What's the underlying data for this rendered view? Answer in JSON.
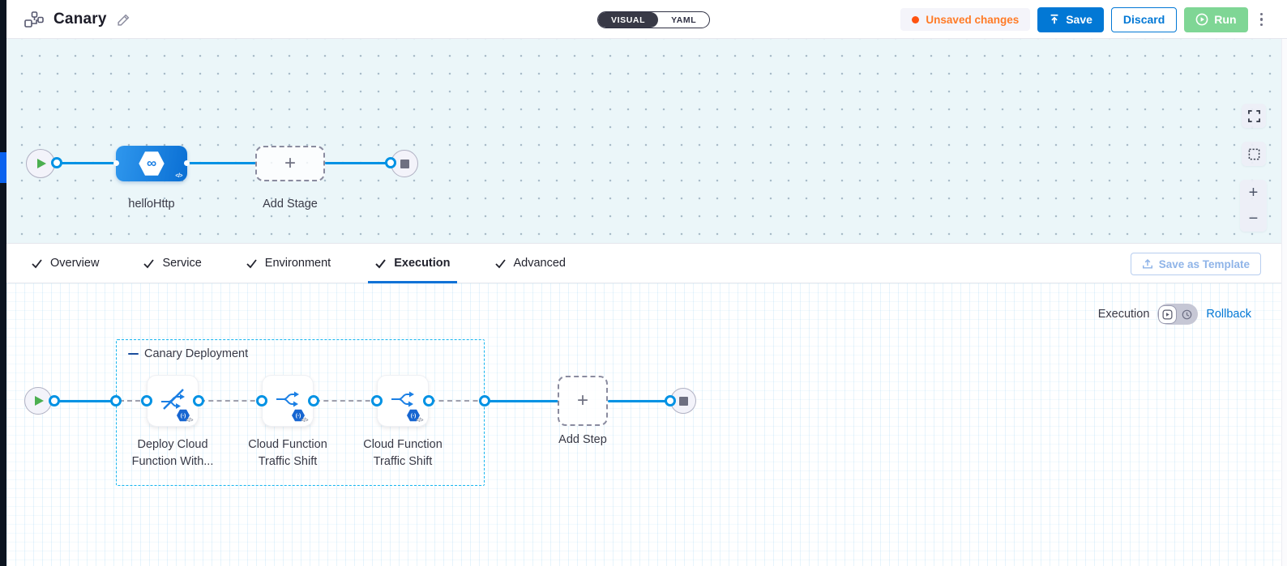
{
  "header": {
    "title": "Canary",
    "mode_toggle": {
      "visual": "VISUAL",
      "yaml": "YAML",
      "selected": "VISUAL"
    },
    "unsaved_label": "Unsaved changes",
    "save_label": "Save",
    "discard_label": "Discard",
    "run_label": "Run",
    "icons": {
      "pipeline": "pipeline-graph-icon",
      "edit": "pencil-icon",
      "save": "upload-arrow-icon",
      "run": "play-circle-icon",
      "menu": "kebab-menu-icon"
    }
  },
  "stage_canvas": {
    "stage_label": "helloHttp",
    "stage_code_glyph": "</>",
    "stage_hex_glyph": "∞",
    "add_stage_label": "Add Stage",
    "add_glyph": "+",
    "controls": {
      "zoom_in": "+",
      "zoom_out": "−",
      "icons": {
        "fullscreen": "fullscreen-icon",
        "select": "marquee-select-icon"
      }
    }
  },
  "tabs": {
    "items": [
      {
        "label": "Overview"
      },
      {
        "label": "Service"
      },
      {
        "label": "Environment"
      },
      {
        "label": "Execution"
      },
      {
        "label": "Advanced"
      }
    ],
    "active": "Execution",
    "save_as_template_label": "Save as Template"
  },
  "execution": {
    "mode_label": "Execution",
    "rollback_label": "Rollback",
    "group_title": "Canary Deployment",
    "steps": [
      {
        "line1": "Deploy Cloud",
        "line2": "Function With...",
        "icon": "deploy-cloud-function-no-traffic-icon",
        "badge_glyph": "(-)",
        "code_glyph": "</>"
      },
      {
        "line1": "Cloud Function",
        "line2": "Traffic Shift",
        "icon": "cloud-function-traffic-shift-icon",
        "badge_glyph": "(-)",
        "code_glyph": "</>"
      },
      {
        "line1": "Cloud Function",
        "line2": "Traffic Shift",
        "icon": "cloud-function-traffic-shift-icon",
        "badge_glyph": "(-)",
        "code_glyph": "</>"
      }
    ],
    "add_step_label": "Add Step",
    "add_glyph": "+"
  },
  "colors": {
    "accent_blue": "#0278d5",
    "line_blue": "#0092e4",
    "stage_gradient_start": "#2f97ed",
    "stage_gradient_end": "#0a6fd4",
    "unsaved_orange": "#ff7b26",
    "run_green": "#7fd695",
    "play_green": "#4caf50",
    "group_border_cyan": "#16b5ef",
    "canvas_bg_upper": "#ebf6f9",
    "rail_dark": "#0c1420",
    "rail_indicator_blue": "#0a63ef"
  }
}
